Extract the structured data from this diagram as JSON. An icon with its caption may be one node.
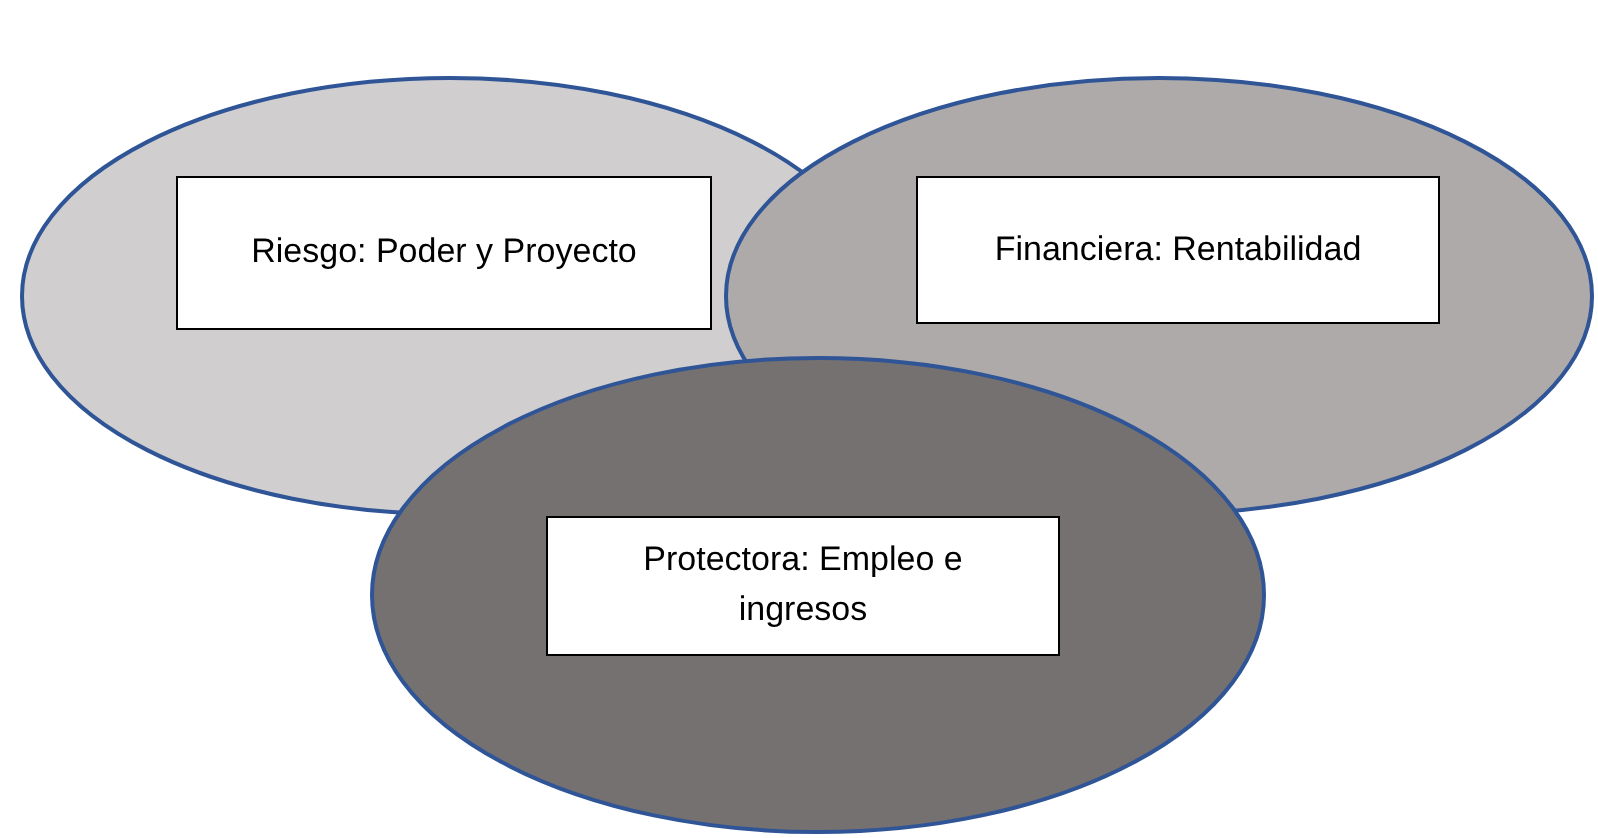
{
  "diagram": {
    "nodes": [
      {
        "text": [],
        "shape": "ellipse"
      },
      {
        "text": [
          "Riesgo: Poder y Proyecto"
        ],
        "in": 0
      },
      {
        "text": [],
        "shape": "ellipse"
      },
      {
        "text": [
          "Financiera: Rentabilidad"
        ],
        "in": 2
      },
      {
        "text": [],
        "shape": "ellipse"
      },
      {
        "text": [
          "Protectora: Empleo e ingresos"
        ],
        "in": 4
      }
    ]
  }
}
